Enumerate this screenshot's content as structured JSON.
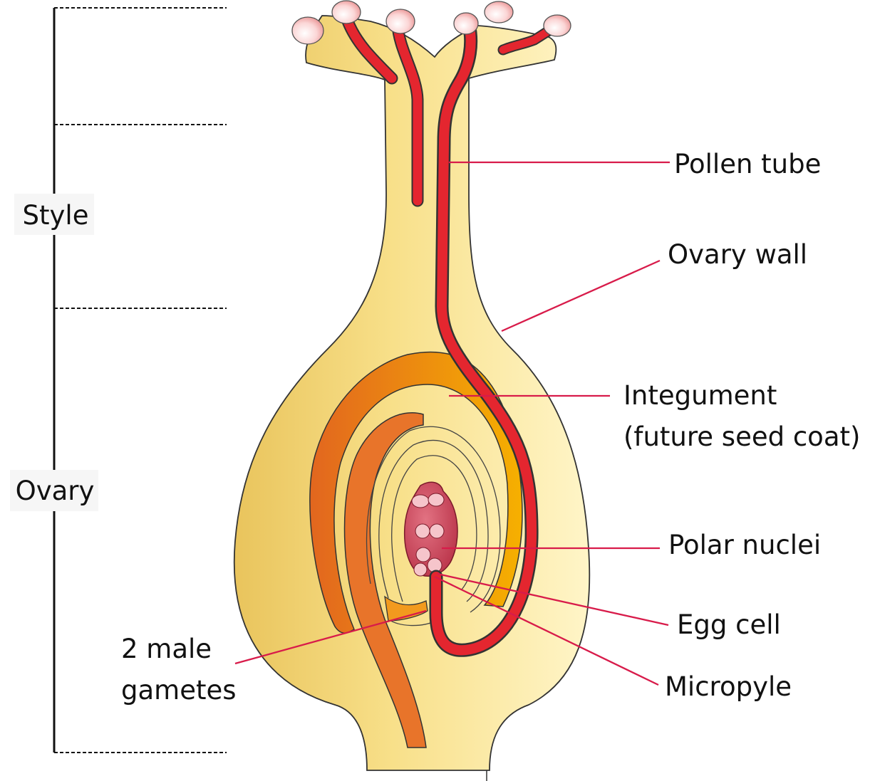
{
  "bracket_labels": {
    "style": "Style",
    "ovary": "Ovary"
  },
  "callouts": {
    "pollen_tube": "Pollen tube",
    "ovary_wall": "Ovary wall",
    "integument_line1": "Integument",
    "integument_line2": "(future seed coat)",
    "polar_nuclei": "Polar nuclei",
    "egg_cell": "Egg cell",
    "micropyle": "Micropyle",
    "male_gametes_line1": "2 male",
    "male_gametes_line2": "gametes"
  },
  "colors": {
    "carpel_fill": "#f8e08a",
    "carpel_light": "#fdf3c2",
    "integument_orange": "#f29a1e",
    "integument_dark": "#d9531e",
    "pollen_tube_red": "#e4262f",
    "embryo_sac": "#c8485a",
    "callout_line": "#d81b4a"
  }
}
